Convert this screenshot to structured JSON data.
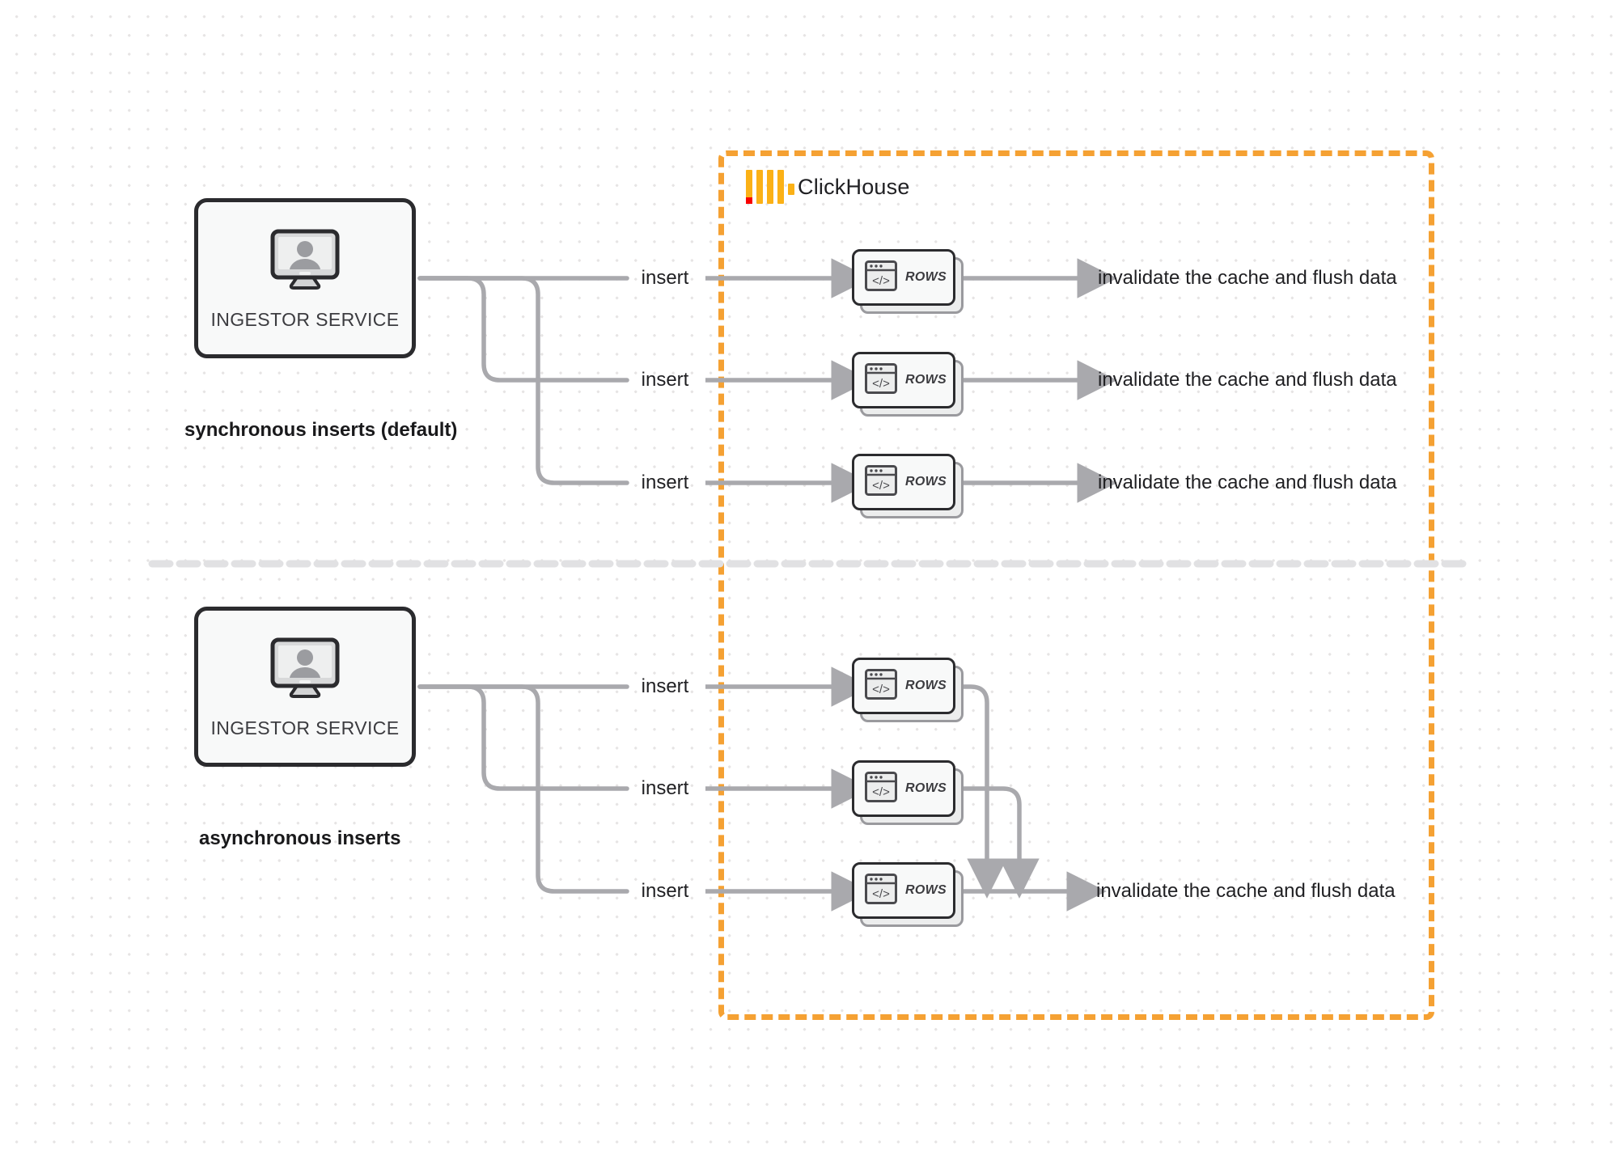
{
  "diagram": {
    "title": "ClickHouse synchronous vs asynchronous inserts",
    "colors": {
      "boundary_orange": "#f5a133",
      "logo_yellow": "#fbb116",
      "logo_red": "#f90000",
      "edge_gray": "#a9a9ad",
      "node_stroke": "#2b2b2e",
      "node_fill": "#f8f9f9",
      "grid_dot": "#e6e4e4"
    }
  },
  "boundary": {
    "brand_label": "ClickHouse",
    "logo_name": "clickhouse-logo"
  },
  "sections": [
    {
      "id": "synchronous",
      "caption": "synchronous inserts (default)",
      "source": {
        "label": "INGESTOR SERVICE",
        "icon": "monitor-user-icon"
      },
      "flows": [
        {
          "insert_label": "insert",
          "card_label": "ROWS",
          "result_label": "invalidate the cache and flush data"
        },
        {
          "insert_label": "insert",
          "card_label": "ROWS",
          "result_label": "invalidate the cache and flush data"
        },
        {
          "insert_label": "insert",
          "card_label": "ROWS",
          "result_label": "invalidate the cache and flush data"
        }
      ]
    },
    {
      "id": "asynchronous",
      "caption": "asynchronous inserts",
      "source": {
        "label": "INGESTOR SERVICE",
        "icon": "monitor-user-icon"
      },
      "flows": [
        {
          "insert_label": "insert",
          "card_label": "ROWS"
        },
        {
          "insert_label": "insert",
          "card_label": "ROWS"
        },
        {
          "insert_label": "insert",
          "card_label": "ROWS"
        }
      ],
      "merged_result_label": "invalidate the cache and flush data"
    }
  ]
}
